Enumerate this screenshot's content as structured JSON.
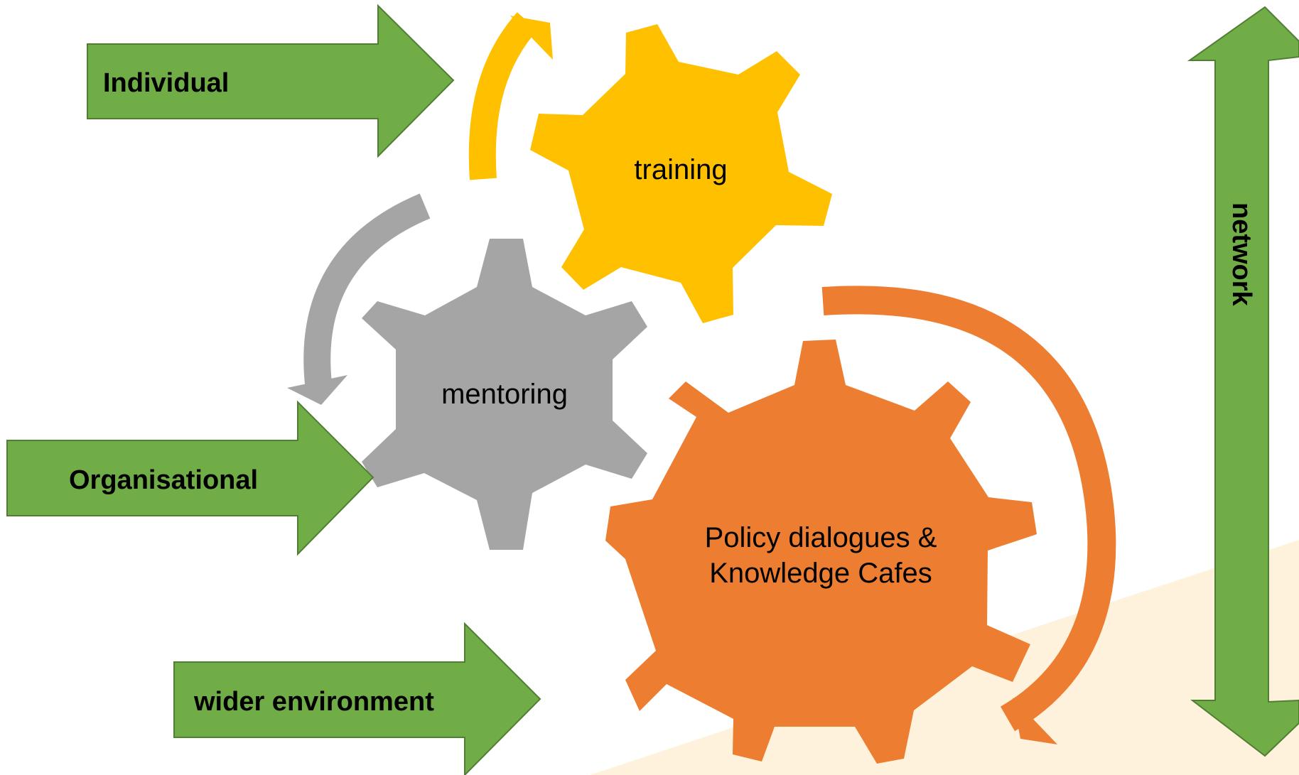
{
  "arrows": {
    "individual": "Individual",
    "organisational": "Organisational",
    "wider_environment": "wider environment",
    "network": "network"
  },
  "gears": {
    "training": "training",
    "mentoring": "mentoring",
    "policy_line1": "Policy dialogues &",
    "policy_line2": "Knowledge Cafes"
  },
  "colors": {
    "green_arrow": "#70AD47",
    "green_border": "#507E32",
    "training_gear": "#FFC000",
    "mentoring_gear": "#A5A5A5",
    "policy_gear": "#ED7D31",
    "background_band": "#FFF2DC",
    "text": "#000000"
  }
}
